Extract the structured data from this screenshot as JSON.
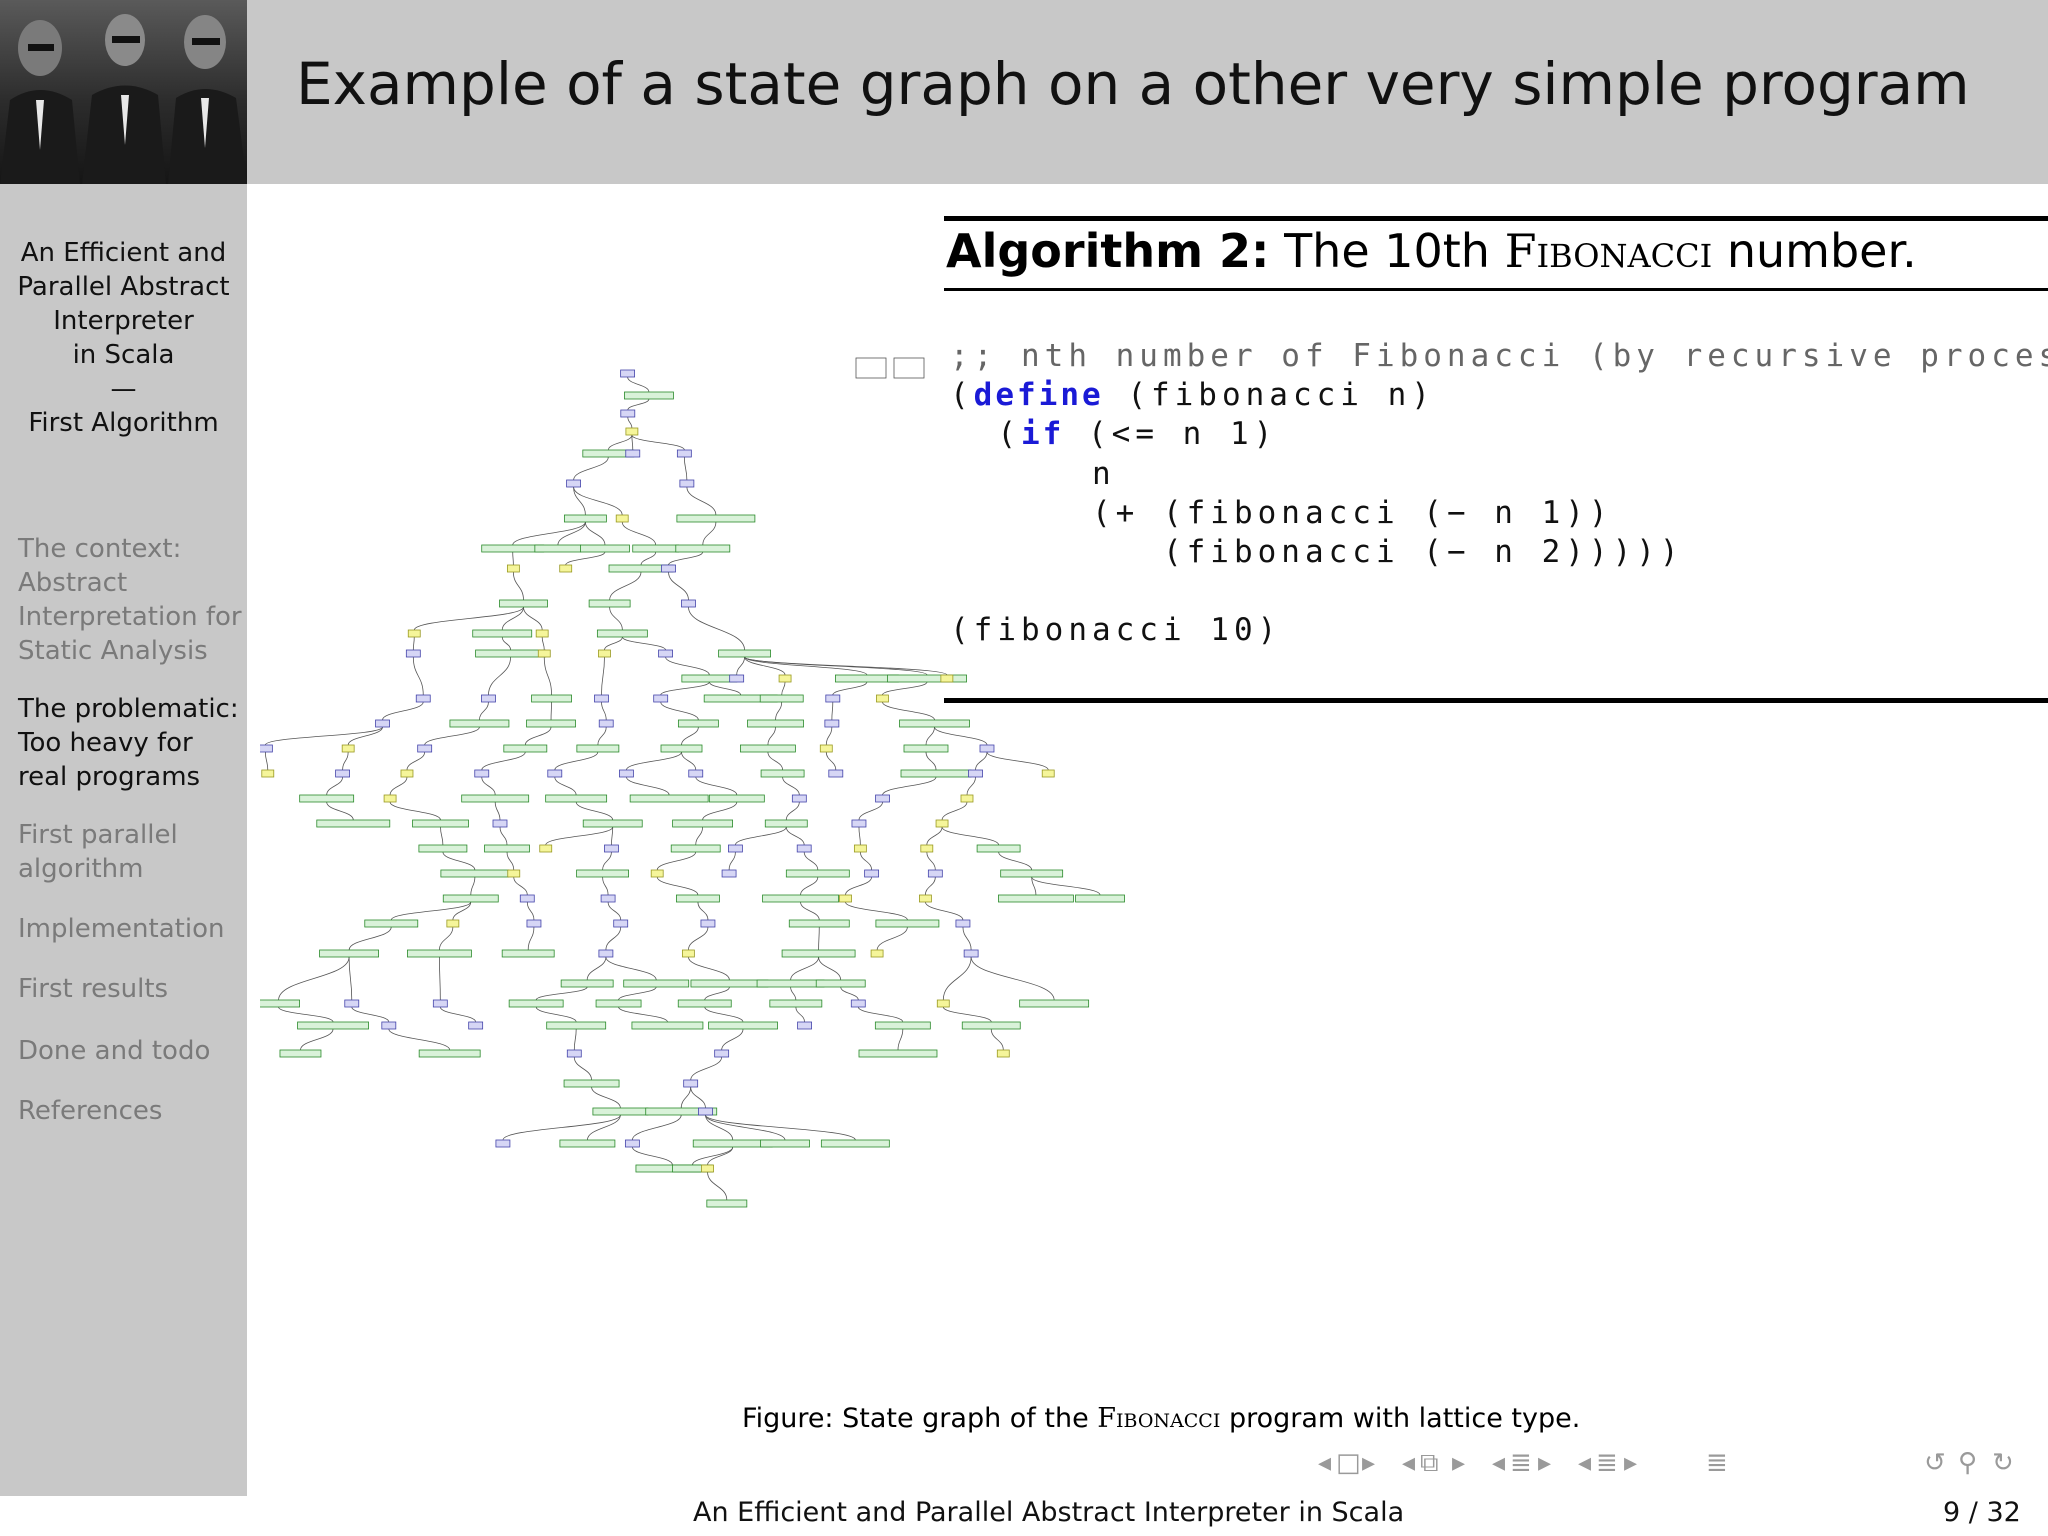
{
  "slide": {
    "title": "Example of a state graph on a other very simple program",
    "page": "9 / 32"
  },
  "sidebar": {
    "presentation_title": [
      "An Efficient and",
      "Parallel Abstract",
      "Interpreter",
      "in Scala",
      "—",
      "First Algorithm"
    ],
    "sections": [
      {
        "label": [
          "The context:",
          "Abstract",
          "Interpretation for",
          "Static Analysis"
        ],
        "active": false
      },
      {
        "label": [
          "The problematic:",
          "Too heavy for",
          "real programs"
        ],
        "active": true
      },
      {
        "label": [
          "First parallel",
          "algorithm"
        ],
        "active": false
      },
      {
        "label": [
          "Implementation"
        ],
        "active": false
      },
      {
        "label": [
          "First results"
        ],
        "active": false
      },
      {
        "label": [
          "Done and todo"
        ],
        "active": false
      },
      {
        "label": [
          "References"
        ],
        "active": false
      }
    ]
  },
  "algorithm": {
    "label": "Algorithm 2:",
    "caption_pre": "The 10th",
    "caption_sc": "Fibonacci",
    "caption_post": "number.",
    "code": {
      "comment": ";; nth number of Fibonacci (by recursive process)",
      "l1_open": "(",
      "l1_kw": "define",
      "l1_rest": " (fibonacci n)",
      "l2_open": "  (",
      "l2_kw": "if",
      "l2_rest": " (<= n 1)",
      "l3": "      n",
      "l4": "      (+ (fibonacci (− n 1))",
      "l5": "         (fibonacci (− n 2)))))",
      "l6": "(fibonacci 10)"
    }
  },
  "figure": {
    "caption_pre": "Figure: State graph of the",
    "caption_sc": "Fibonacci",
    "caption_post": "program with lattice type."
  },
  "footer": {
    "title": "An Efficient and Parallel Abstract Interpreter in Scala"
  },
  "nav_icons": [
    "nav-frame-left-icon",
    "nav-frame-icon",
    "nav-frame-right-icon",
    "nav-subsection-left-icon",
    "nav-subsection-icon",
    "nav-subsection-right-icon",
    "nav-section-left-icon",
    "nav-section-icon",
    "nav-section-right-icon",
    "nav-slide-left-icon",
    "nav-slide-icon",
    "nav-slide-right-icon",
    "nav-toc-icon",
    "nav-back-icon",
    "nav-search-icon",
    "nav-forward-icon"
  ],
  "colors": {
    "sidebar_bg": "#c8c8c8",
    "header_bg": "#c8c8c8",
    "inactive_section": "#7a7a7a",
    "keyword": "#1a1ad6",
    "graph_state": "#d9f2d9",
    "graph_eval": "#d6d6f5",
    "graph_value": "#f5f59a"
  }
}
